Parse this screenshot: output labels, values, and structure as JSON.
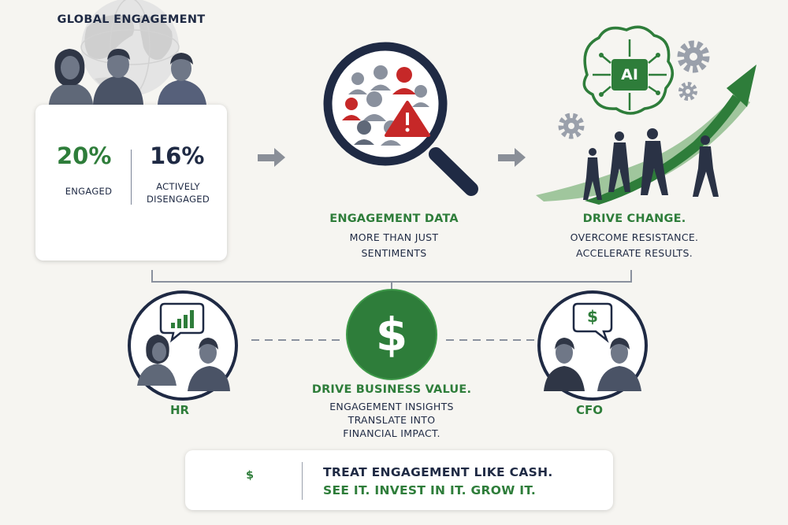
{
  "global_engagement": {
    "title": "GLOBAL ENGAGEMENT",
    "engaged_value": "20%",
    "engaged_label": "ENGAGED",
    "disengaged_value": "16%",
    "disengaged_label_1": "ACTIVELY",
    "disengaged_label_2": "DISENGAGED"
  },
  "engagement_data": {
    "title": "ENGAGEMENT DATA",
    "line1": "MORE THAN JUST",
    "line2": "SENTIMENTS"
  },
  "drive_change": {
    "ai_badge": "AI",
    "title": "DRIVE CHANGE.",
    "line1": "OVERCOME RESISTANCE.",
    "line2": "ACCELERATE RESULTS."
  },
  "roles": {
    "hr": "HR",
    "cfo": "CFO",
    "dollar_symbol": "$"
  },
  "business_value": {
    "title": "DRIVE BUSINESS VALUE.",
    "line1": "ENGAGEMENT INSIGHTS",
    "line2": "TRANSLATE INTO",
    "line3": "FINANCIAL IMPACT."
  },
  "banner": {
    "line1": "TREAT ENGAGEMENT LIKE CASH.",
    "line2": "SEE IT. INVEST IN IT. GROW IT."
  },
  "colors": {
    "navy": "#1f2a44",
    "green": "#2e7d3a",
    "red": "#c62828",
    "gray": "#8a919e",
    "background": "#f6f5f1"
  }
}
